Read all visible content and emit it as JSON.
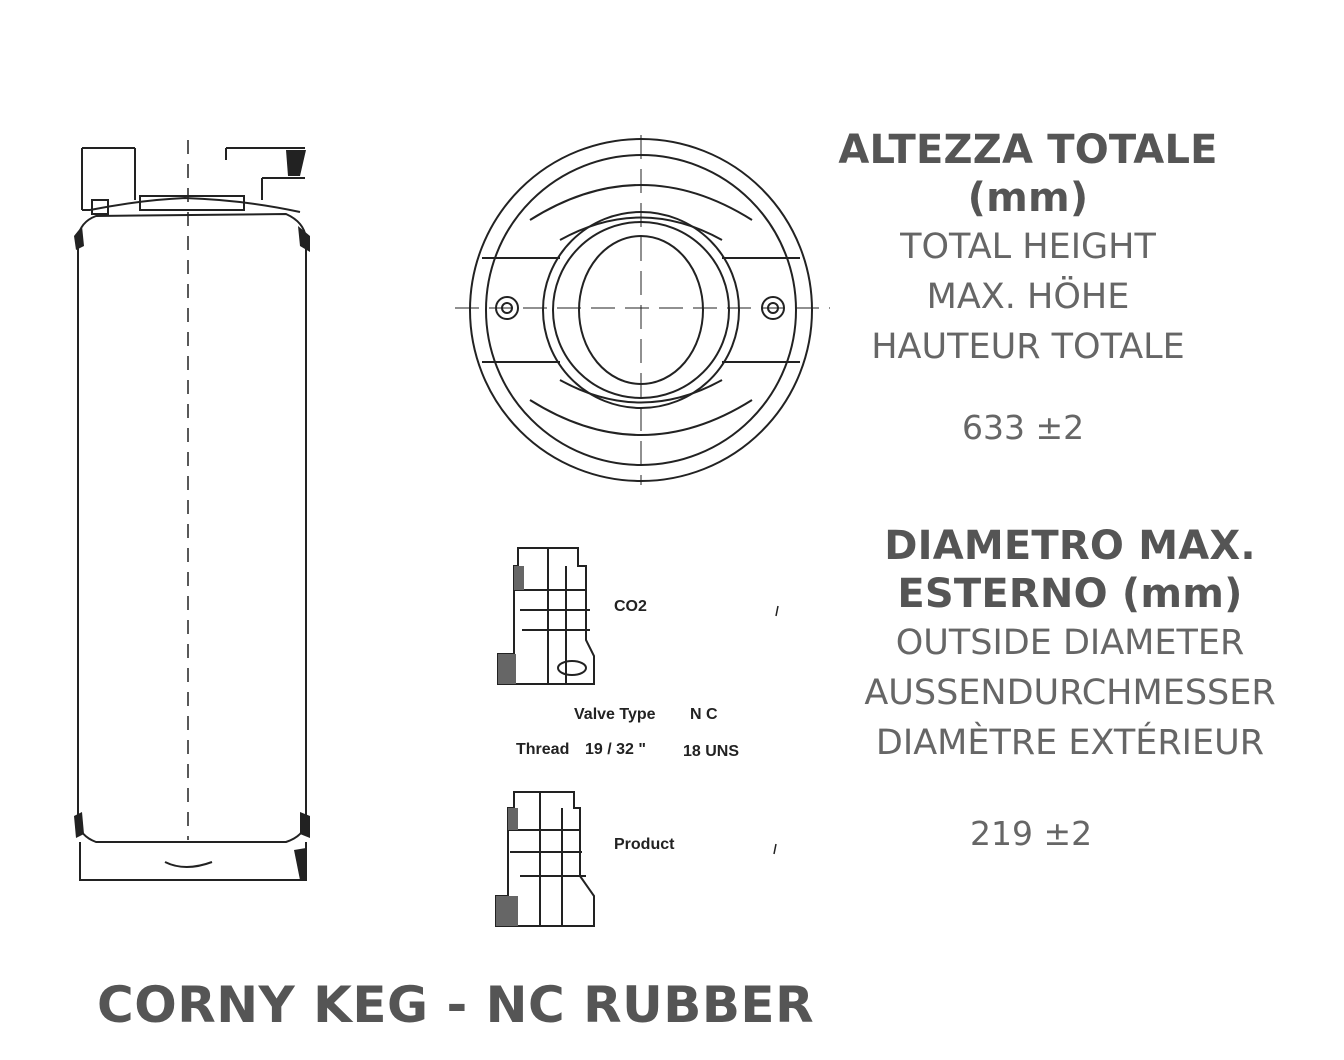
{
  "spec_height": {
    "title_line1": "ALTEZZA TOTALE",
    "title_line2": "(mm)",
    "en": "TOTAL HEIGHT",
    "de": "MAX. HÖHE",
    "fr": "HAUTEUR TOTALE",
    "value": "633 ±2"
  },
  "spec_diameter": {
    "title_line1": "DIAMETRO MAX.",
    "title_line2": "ESTERNO (mm)",
    "en": "OUTSIDE DIAMETER",
    "de": "AUSSENDURCHMESSER",
    "fr": "DIAMÈTRE EXTÉRIEUR",
    "value": "219 ±2"
  },
  "valve": {
    "co2_label": "CO2",
    "type_label": "Valve Type",
    "type_value": "N C",
    "thread_label": "Thread",
    "thread_size": "19 / 32 \"",
    "thread_spec": "18 UNS",
    "product_label": "Product"
  },
  "product_title": "CORNY KEG - NC RUBBER"
}
